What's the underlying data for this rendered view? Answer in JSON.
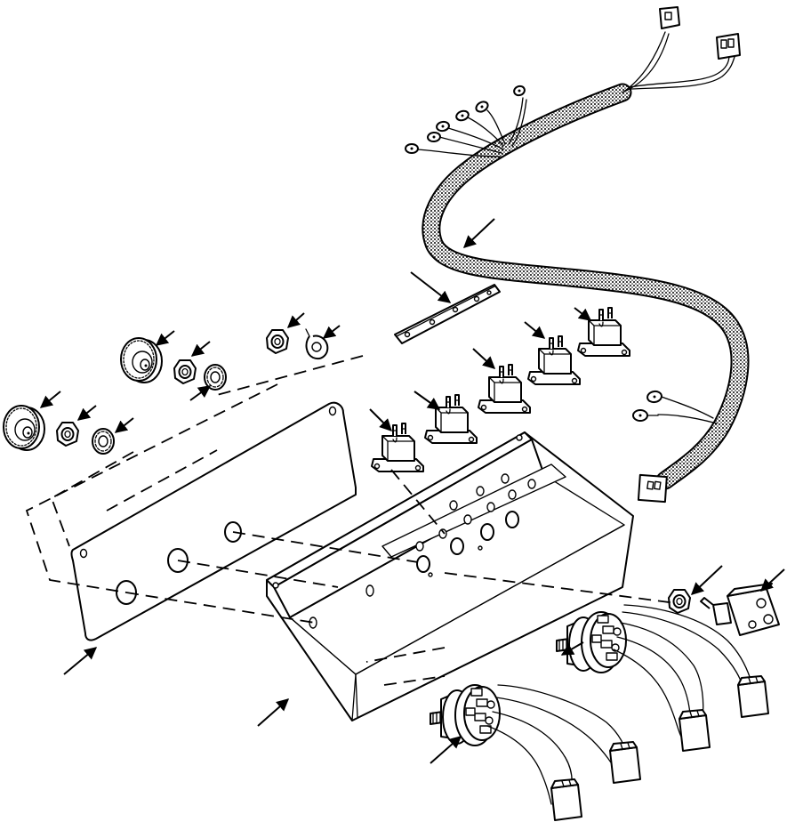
{
  "figure": {
    "kind": "exploded-view parts illustration",
    "text": []
  },
  "parts": [
    {
      "id": "wiring-harness",
      "name": "wiring-harness"
    },
    {
      "id": "terminal-strip",
      "name": "terminal-strip"
    },
    {
      "id": "relay",
      "name": "relay",
      "count": 5
    },
    {
      "id": "control-knob",
      "name": "control-knob",
      "count": 2
    },
    {
      "id": "hex-nut",
      "name": "hex-nut",
      "count": 4
    },
    {
      "id": "lock-washer",
      "name": "lock-washer",
      "count": 3
    },
    {
      "id": "panel-plate",
      "name": "panel-plate"
    },
    {
      "id": "control-box",
      "name": "control-box"
    },
    {
      "id": "toggle-switch",
      "name": "toggle-switch"
    },
    {
      "id": "rotary-switch",
      "name": "rotary-switch",
      "count": 2
    }
  ],
  "callout_arrows": 22
}
